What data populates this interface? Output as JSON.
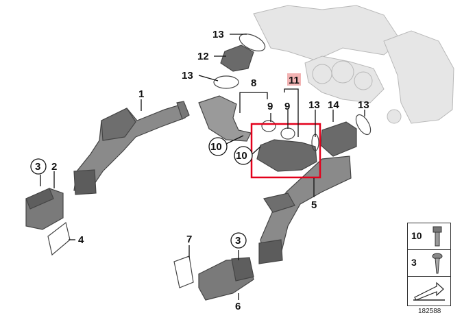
{
  "callouts": {
    "c1": "1",
    "c2": "2",
    "c3a": "3",
    "c3b": "3",
    "c4": "4",
    "c5": "5",
    "c6": "6",
    "c7": "7",
    "c8": "8",
    "c9a": "9",
    "c9b": "9",
    "c10a": "10",
    "c10b": "10",
    "c11": "11",
    "c12": "12",
    "c13a": "13",
    "c13b": "13",
    "c13c": "13",
    "c13d": "13",
    "c14": "14"
  },
  "highlight": {
    "color": "#e3001b",
    "part_label_bg": "#f2b3b3"
  },
  "legend": {
    "row1": "10",
    "row2": "3"
  },
  "document_id": "182588"
}
